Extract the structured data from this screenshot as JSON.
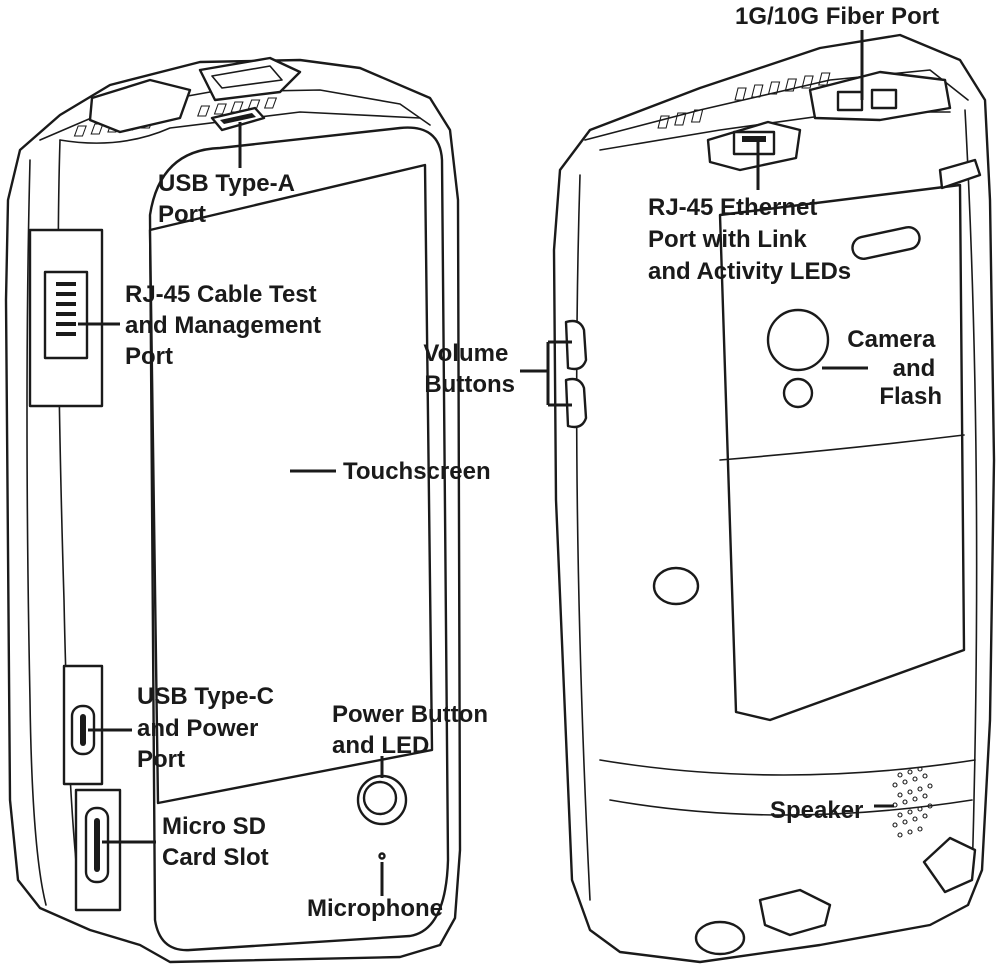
{
  "colors": {
    "ink": "#1a1a1a",
    "background": "#ffffff"
  },
  "callouts": {
    "usb_type_a": [
      "USB Type-A",
      "Port"
    ],
    "rj45_cable_test": [
      "RJ-45 Cable Test",
      "and Management",
      "Port"
    ],
    "touchscreen": [
      "Touchscreen"
    ],
    "usb_type_c": [
      "USB Type-C",
      "and Power",
      "Port"
    ],
    "power_button": [
      "Power Button",
      "and LED"
    ],
    "micro_sd": [
      "Micro SD",
      "Card Slot"
    ],
    "microphone": [
      "Microphone"
    ],
    "fiber_port": [
      "1G/10G Fiber Port"
    ],
    "rj45_ethernet": [
      "RJ-45 Ethernet",
      "Port with Link",
      "and Activity LEDs"
    ],
    "volume_buttons": [
      "Volume",
      "Buttons"
    ],
    "camera_flash": [
      "Camera",
      "and",
      "Flash"
    ],
    "speaker": [
      "Speaker"
    ]
  }
}
